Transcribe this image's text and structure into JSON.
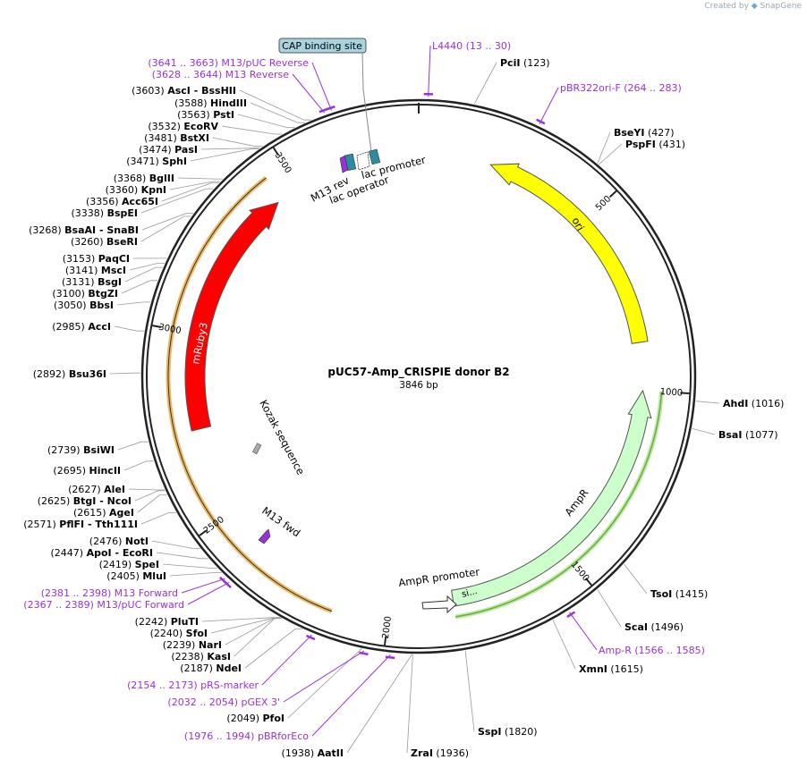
{
  "credit": {
    "prefix": "Created by",
    "brand": "SnapGene"
  },
  "plasmid": {
    "name": "pUC57-Amp_CRISPIE donor B2",
    "length_label": "3846 bp",
    "length": 3846
  },
  "colors": {
    "backbone": "#222222",
    "ori": "#ffff00",
    "mRuby3": "#ff0000",
    "AmpR": "#ccffcc",
    "primer": "#9b30d9",
    "lac_box": "#2b8ba0",
    "cap_box": "#a8d4de",
    "orf_highlight": "#f0b860",
    "orf_green": "#66b032"
  },
  "enzymes_left": [
    {
      "pos": "(3603)",
      "name": "AscI",
      "name2": "- BssHII",
      "bp": 3603
    },
    {
      "pos": "(3588)",
      "name": "HindIII",
      "name2": "",
      "bp": 3588
    },
    {
      "pos": "(3563)",
      "name": "PstI",
      "name2": "",
      "bp": 3563
    },
    {
      "pos": "(3532)",
      "name": "EcoRV",
      "name2": "",
      "bp": 3532
    },
    {
      "pos": "(3481)",
      "name": "BstXI",
      "name2": "",
      "bp": 3481
    },
    {
      "pos": "(3474)",
      "name": "PasI",
      "name2": "",
      "bp": 3474
    },
    {
      "pos": "(3471)",
      "name": "SphI",
      "name2": "",
      "bp": 3471
    },
    {
      "pos": "(3368)",
      "name": "BglII",
      "name2": "",
      "bp": 3368
    },
    {
      "pos": "(3360)",
      "name": "KpnI",
      "name2": "",
      "bp": 3360
    },
    {
      "pos": "(3356)",
      "name": "Acc65I",
      "name2": "",
      "bp": 3356
    },
    {
      "pos": "(3338)",
      "name": "BspEI",
      "name2": "",
      "bp": 3338
    },
    {
      "pos": "(3268)",
      "name": "BsaAI",
      "name2": "- SnaBI",
      "bp": 3268
    },
    {
      "pos": "(3260)",
      "name": "BseRI",
      "name2": "",
      "bp": 3260
    },
    {
      "pos": "(3153)",
      "name": "PaqCI",
      "name2": "",
      "bp": 3153
    },
    {
      "pos": "(3141)",
      "name": "MscI",
      "name2": "",
      "bp": 3141
    },
    {
      "pos": "(3131)",
      "name": "BsgI",
      "name2": "",
      "bp": 3131
    },
    {
      "pos": "(3100)",
      "name": "BtgZI",
      "name2": "",
      "bp": 3100
    },
    {
      "pos": "(3050)",
      "name": "BbsI",
      "name2": "",
      "bp": 3050
    },
    {
      "pos": "(2985)",
      "name": "AccI",
      "name2": "",
      "bp": 2985
    },
    {
      "pos": "(2892)",
      "name": "Bsu36I",
      "name2": "",
      "bp": 2892
    },
    {
      "pos": "(2739)",
      "name": "BsiWI",
      "name2": "",
      "bp": 2739
    },
    {
      "pos": "(2695)",
      "name": "HincII",
      "name2": "",
      "bp": 2695
    },
    {
      "pos": "(2627)",
      "name": "AleI",
      "name2": "",
      "bp": 2627
    },
    {
      "pos": "(2625)",
      "name": "BtgI",
      "name2": "- NcoI",
      "bp": 2625
    },
    {
      "pos": "(2615)",
      "name": "AgeI",
      "name2": "",
      "bp": 2615
    },
    {
      "pos": "(2571)",
      "name": "PflFI",
      "name2": "- Tth111I",
      "bp": 2571
    },
    {
      "pos": "(2476)",
      "name": "NotI",
      "name2": "",
      "bp": 2476
    },
    {
      "pos": "(2447)",
      "name": "ApoI",
      "name2": "- EcoRI",
      "bp": 2447
    },
    {
      "pos": "(2419)",
      "name": "SpeI",
      "name2": "",
      "bp": 2419
    },
    {
      "pos": "(2405)",
      "name": "MluI",
      "name2": "",
      "bp": 2405
    },
    {
      "pos": "(2242)",
      "name": "PluTI",
      "name2": "",
      "bp": 2242
    },
    {
      "pos": "(2240)",
      "name": "SfoI",
      "name2": "",
      "bp": 2240
    },
    {
      "pos": "(2239)",
      "name": "NarI",
      "name2": "",
      "bp": 2239
    },
    {
      "pos": "(2238)",
      "name": "KasI",
      "name2": "",
      "bp": 2238
    },
    {
      "pos": "(2187)",
      "name": "NdeI",
      "name2": "",
      "bp": 2187
    }
  ],
  "enzymes_right": [
    {
      "name": "PciI",
      "pos": "(123)",
      "bp": 123
    },
    {
      "name": "BseYI",
      "pos": "(427)",
      "bp": 427
    },
    {
      "name": "PspFI",
      "pos": "(431)",
      "bp": 431
    },
    {
      "name": "AhdI",
      "pos": "(1016)",
      "bp": 1016
    },
    {
      "name": "BsaI",
      "pos": "(1077)",
      "bp": 1077
    },
    {
      "name": "TsoI",
      "pos": "(1415)",
      "bp": 1415
    },
    {
      "name": "ScaI",
      "pos": "(1496)",
      "bp": 1496
    },
    {
      "name": "XmnI",
      "pos": "(1615)",
      "bp": 1615
    },
    {
      "name": "SspI",
      "pos": "(1820)",
      "bp": 1820
    },
    {
      "name": "ZraI",
      "pos": "(1936)",
      "bp": 1936
    },
    {
      "name": "AatII",
      "pos": "(1938)",
      "bp": 1938
    },
    {
      "name": "PfoI",
      "pos": "(2049)",
      "bp": 2049
    }
  ],
  "primers": [
    {
      "label": "(3641 .. 3663)  M13/pUC Reverse",
      "bp": 3652
    },
    {
      "label": "(3628 .. 3644)  M13 Reverse",
      "bp": 3636
    },
    {
      "label": "L4440     (13 .. 30)",
      "bp": 21
    },
    {
      "label": "pBR322ori-F     (264 .. 283)",
      "bp": 273
    },
    {
      "label": "Amp-R     (1566 .. 1585)",
      "bp": 1575
    },
    {
      "label": "(2381 .. 2398)  M13 Forward",
      "bp": 2390
    },
    {
      "label": "(2367 .. 2389)  M13/pUC Forward",
      "bp": 2378
    },
    {
      "label": "(2154 .. 2173)  pRS-marker",
      "bp": 2163
    },
    {
      "label": "(2032 .. 2054)  pGEX 3'",
      "bp": 2043
    },
    {
      "label": "(1976 .. 1994)  pBRforEco",
      "bp": 1985
    }
  ],
  "cap_site": "CAP binding site",
  "ticks": [
    {
      "label": "500",
      "bp": 500
    },
    {
      "label": "1000",
      "bp": 1000
    },
    {
      "label": "1500",
      "bp": 1500
    },
    {
      "label": "2000",
      "bp": 2000
    },
    {
      "label": "2500",
      "bp": 2500
    },
    {
      "label": "3000",
      "bp": 3000
    },
    {
      "label": "3500",
      "bp": 3500
    }
  ],
  "features": {
    "ori": "ori",
    "mRuby3": "mRuby3",
    "AmpR": "AmpR",
    "AmpR_promoter": "AmpR promoter",
    "sig": "si...",
    "kozak": "Kozak sequence",
    "m13_fwd": "M13 fwd",
    "m13_rev": "M13 rev",
    "lac_promoter": "lac promoter",
    "lac_operator": "lac operator"
  }
}
